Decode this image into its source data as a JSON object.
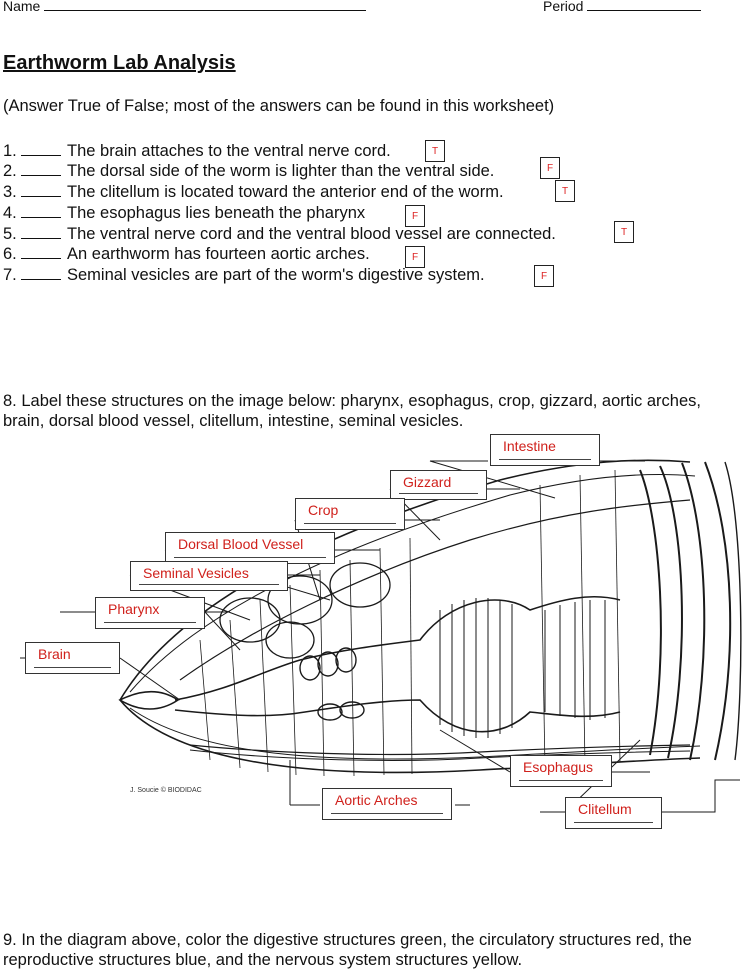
{
  "header": {
    "name_label": "Name",
    "period_label": "Period"
  },
  "title": "Earthworm Lab Analysis",
  "instructions": "(Answer True of False; most of the answers can be found in this worksheet)",
  "questions": [
    {
      "num": "1.",
      "text": "The brain attaches to the ventral nerve cord.",
      "answer": "T"
    },
    {
      "num": "2.",
      "text": "The dorsal side of the worm is lighter than the ventral side.",
      "answer": "F"
    },
    {
      "num": "3.",
      "text": "The clitellum is located toward the anterior end of the worm.",
      "answer": "T"
    },
    {
      "num": "4.",
      "text": "The esophagus lies beneath the pharynx",
      "answer": "F"
    },
    {
      "num": "5.",
      "text": "The ventral nerve cord and the ventral blood vessel are connected.",
      "answer": "T"
    },
    {
      "num": "6.",
      "text": "An earthworm has fourteen aortic arches.",
      "answer": "F"
    },
    {
      "num": "7.",
      "text": "Seminal vesicles are part of the worm's digestive system.",
      "answer": "F"
    }
  ],
  "question8": "8. Label these structures on the image below: pharynx, esophagus, crop, gizzard, aortic arches, brain, dorsal blood vessel, clitellum, intestine, seminal vesicles.",
  "labels": {
    "intestine": "Intestine",
    "gizzard": "Gizzard",
    "crop": "Crop",
    "dorsal_blood_vessel": "Dorsal Blood Vessel",
    "seminal_vesicles": "Seminal Vesicles",
    "pharynx": "Pharynx",
    "brain": "Brain",
    "esophagus": "Esophagus",
    "aortic_arches": "Aortic Arches",
    "clitellum": "Clitellum"
  },
  "credit": "J. Soucie © BIODIDAC",
  "question9": "9. In the diagram above, color the digestive structures green, the circulatory structures red, the reproductive structures blue, and the nervous system structures yellow."
}
